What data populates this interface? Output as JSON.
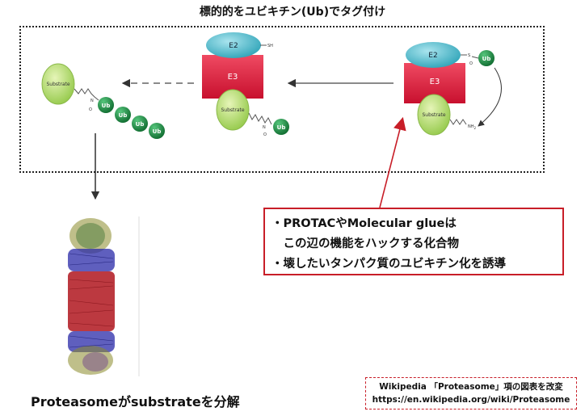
{
  "title": "標的的をユビキチン(Ub)でタグ付け",
  "labels": {
    "e2": "E2",
    "e3": "E3",
    "substrate": "Substrate",
    "ub": "Ub",
    "sh": "SH",
    "s": "S",
    "nh2": "NH",
    "nh2_sub": "2",
    "n": "N",
    "o": "O"
  },
  "callout": {
    "lines": [
      "・PROTACやMolecular glueは",
      "　この辺の機能をハックする化合物",
      "・壊したいタンパク質のユビキチン化を誘導"
    ]
  },
  "bottom_caption": "Proteasomeがsubstrateを分解",
  "source": {
    "line1": "Wikipedia 「Proteasome」項の図表を改変",
    "line2": "https://en.wikipedia.org/wiki/Proteasome"
  },
  "colors": {
    "e2": "#4fb8c8",
    "e3": "#e0213f",
    "substrate": "#b5dd6e",
    "ub": "#1f8f45",
    "callout_border": "#c81e28",
    "arrow_red": "#c81e28"
  }
}
